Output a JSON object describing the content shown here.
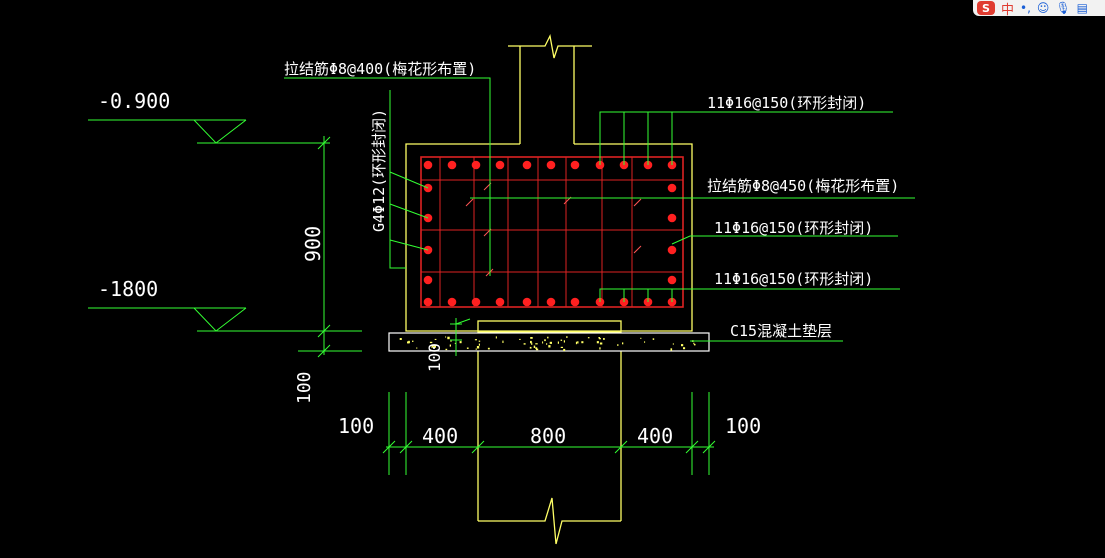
{
  "colors": {
    "background": "#000000",
    "outline": "#ffff66",
    "rebar": "#ff2020",
    "stirrup": "#dd2222",
    "leader": "#33ff33",
    "dimension": "#33ff33",
    "text": "#ffffff"
  },
  "ime_toolbar": {
    "logo_label": "S",
    "lang_label": "中",
    "punct_label": "•,",
    "emoji_icon": "smiley-icon",
    "mic_icon": "microphone-icon",
    "extra_icon": "keyboard-icon"
  },
  "elevations": {
    "top": "-0.900",
    "bottom": "-1800"
  },
  "annotations": {
    "tie_bar_top": "拉结筋Φ8@400(梅花形布置)",
    "side_bars": "G4Φ12(环形封闭)",
    "top_main_bars": "11Φ16@150(环形封闭)",
    "tie_bar_mid": "拉结筋Φ8@450(梅花形布置)",
    "right_bars_mid": "11Φ16@150(环形封闭)",
    "bottom_main_bars": "11Φ16@150(环形封闭)",
    "cushion": "C15混凝土垫层"
  },
  "dimensions": {
    "height_900": "900",
    "height_100_left": "100",
    "cushion_100": "100",
    "width_100_left": "100",
    "width_400_left": "400",
    "width_800": "800",
    "width_400_right": "400",
    "width_100_right": "100"
  }
}
